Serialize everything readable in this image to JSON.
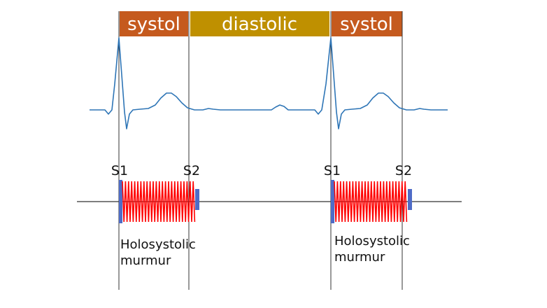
{
  "colors": {
    "systole": "#c55a1e",
    "diastole": "#bf9000",
    "ecg": "#2e75b6",
    "murmur": "#ff0000",
    "marker": "#4f6cc7",
    "lines": "#333333"
  },
  "phases": [
    {
      "label": "systol",
      "kind": "systole"
    },
    {
      "label": "diastolic",
      "kind": "diastole"
    },
    {
      "label": "systol",
      "kind": "systole"
    }
  ],
  "heart_sounds": [
    {
      "s1": "S1",
      "s2": "S2"
    },
    {
      "s1": "S1",
      "s2": "S2"
    }
  ],
  "murmurs": [
    {
      "line1": "Holosystolic",
      "line2": "murmur"
    },
    {
      "line1": "Holosystolic",
      "line2": "murmur"
    }
  ]
}
